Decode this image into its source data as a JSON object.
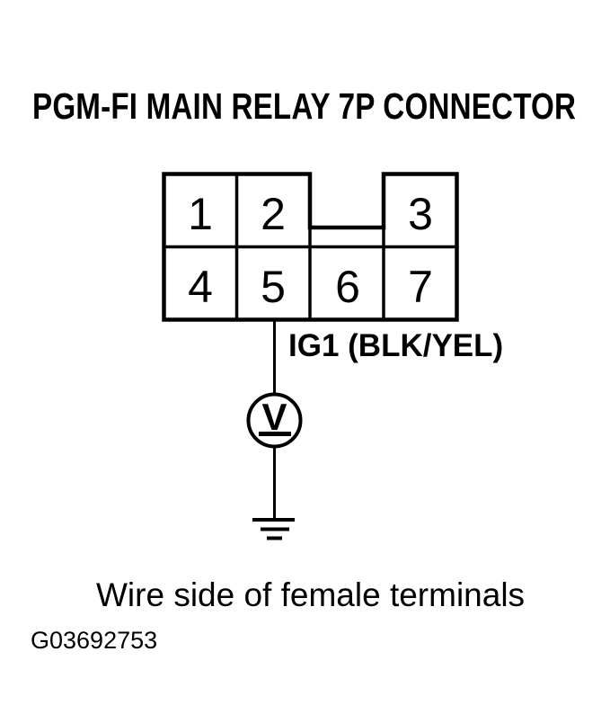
{
  "title": "PGM-FI MAIN RELAY 7P CONNECTOR",
  "connector": {
    "pins": [
      "1",
      "2",
      "3",
      "4",
      "5",
      "6",
      "7"
    ]
  },
  "wire": {
    "label": "IG1 (BLK/YEL)",
    "from_pin": "5"
  },
  "meter": {
    "symbol": "V"
  },
  "icons": {
    "voltmeter": "circle-with-V-voltmeter",
    "ground": "earth-ground-three-bars"
  },
  "caption": "Wire side of female terminals",
  "figure_id": "G03692753",
  "colors": {
    "ink": "#000000",
    "paper": "#ffffff"
  }
}
